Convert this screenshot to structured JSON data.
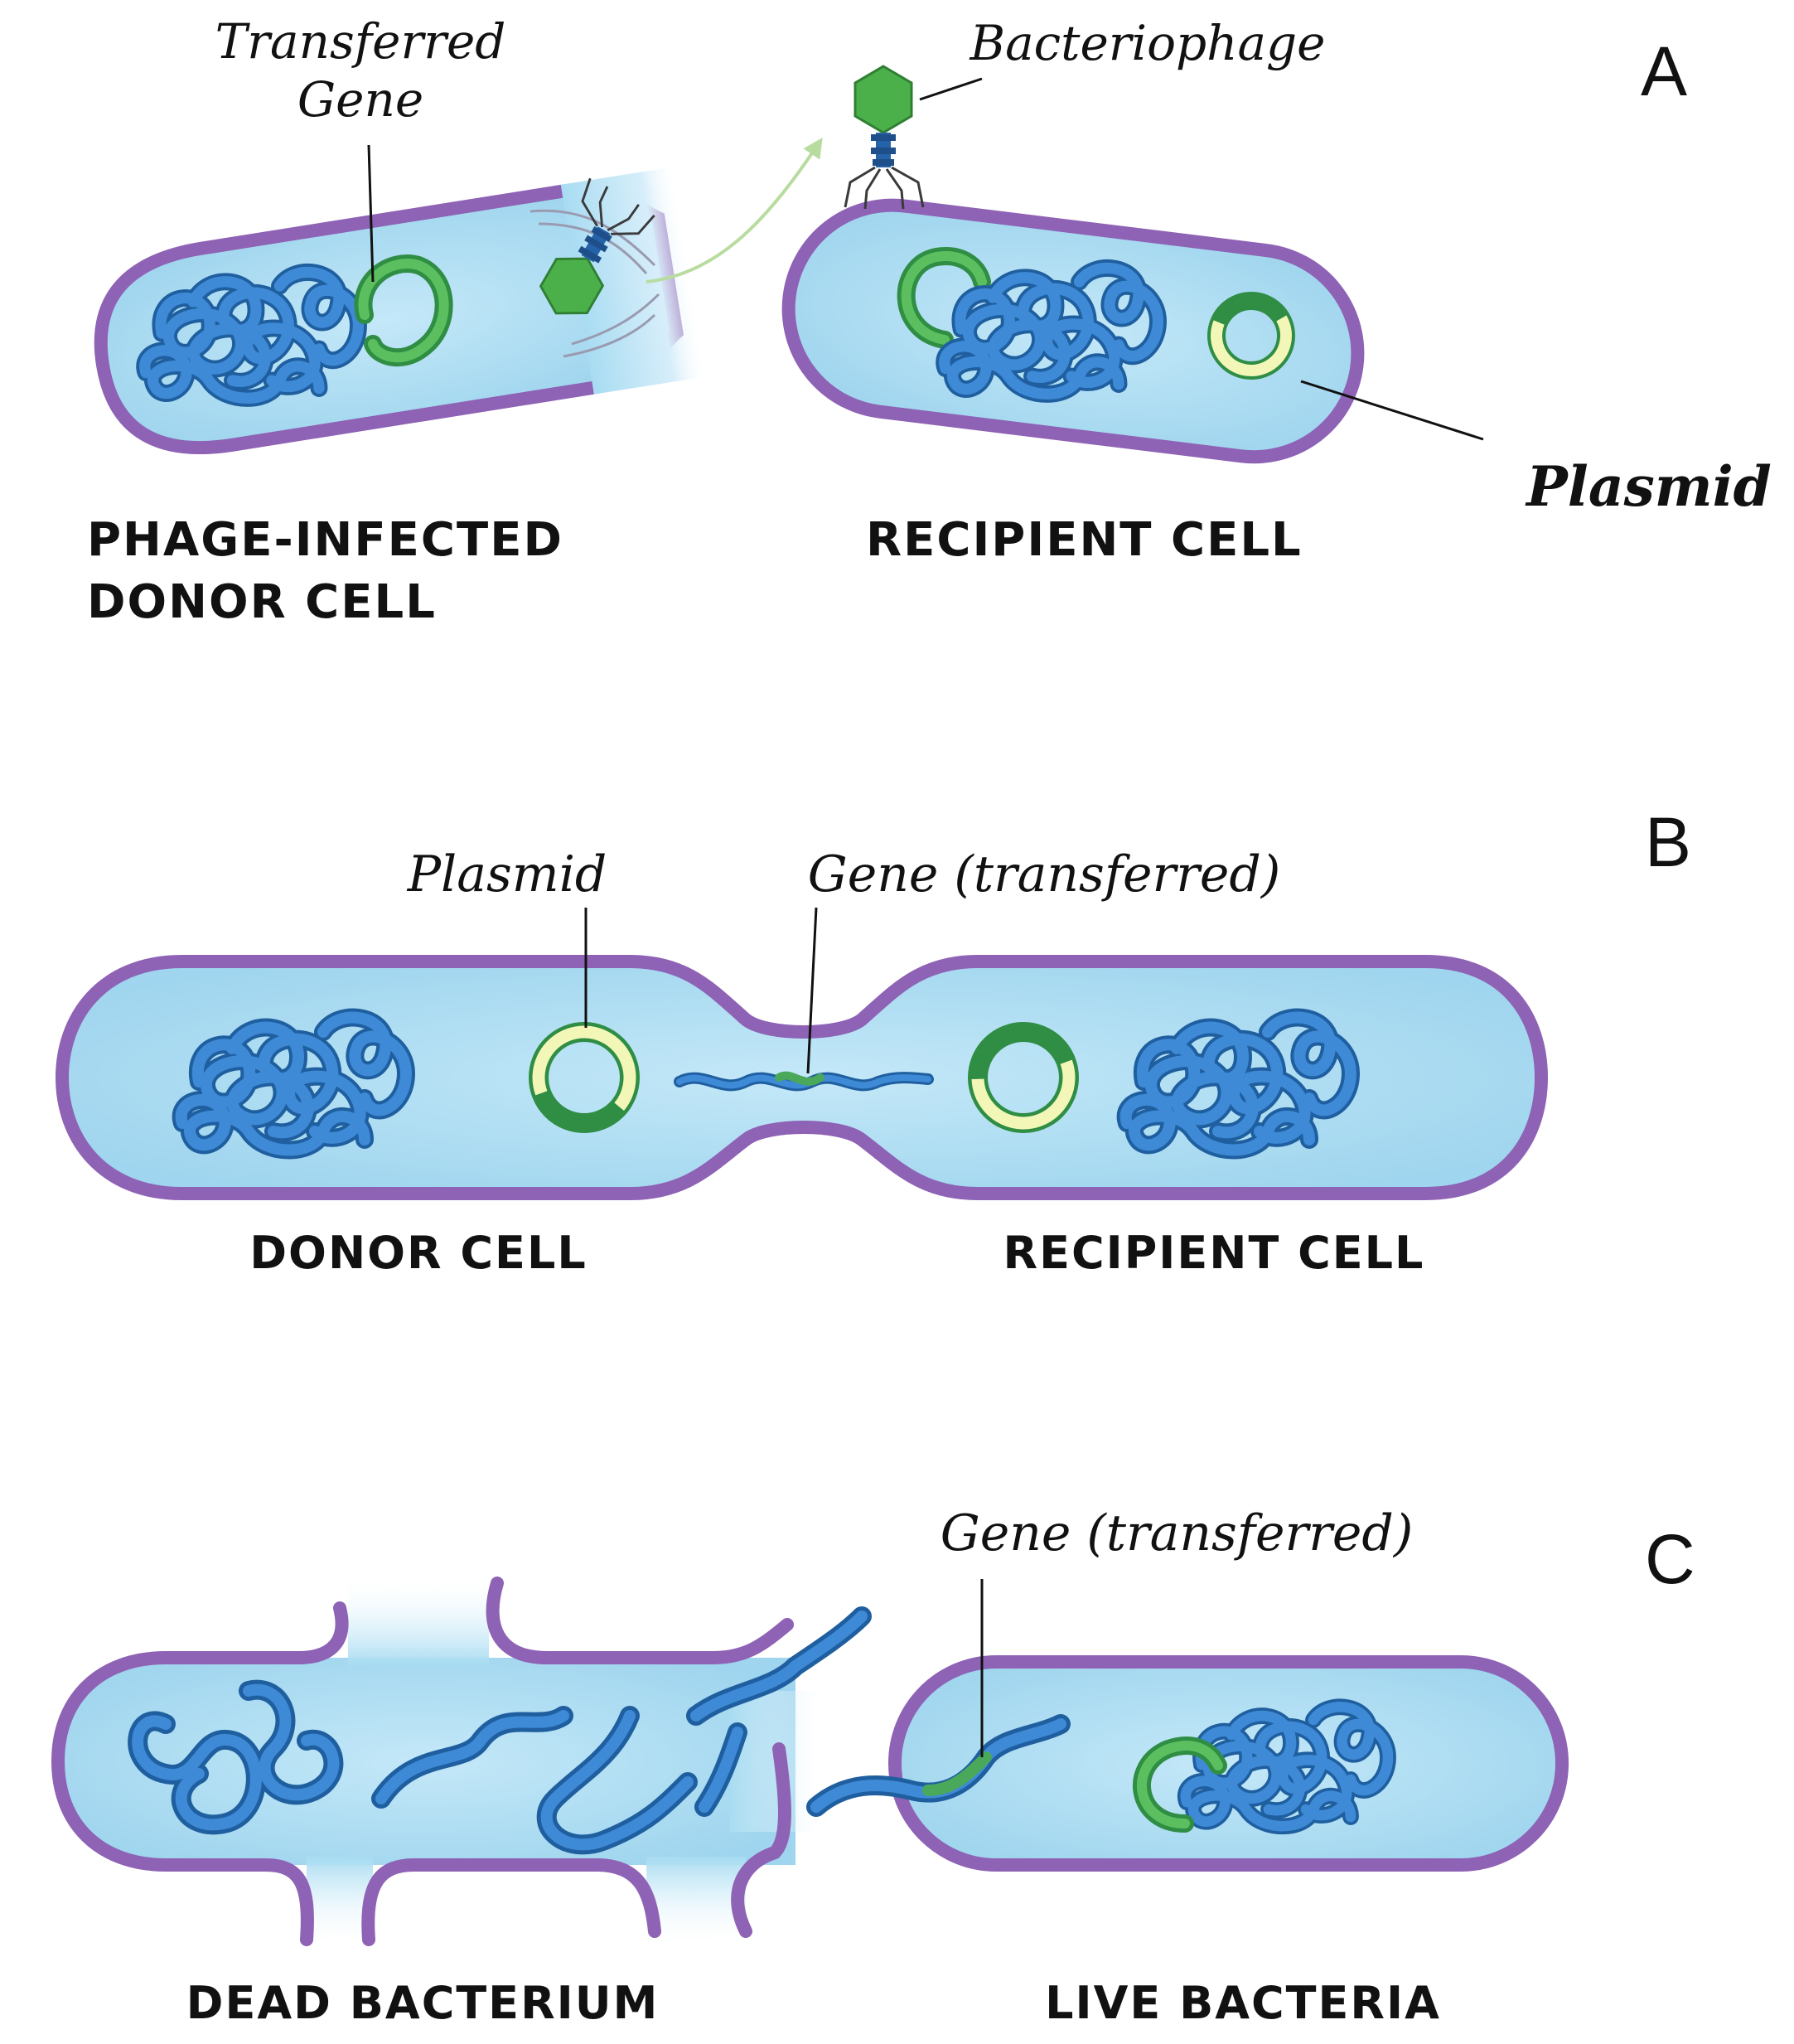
{
  "panels": {
    "a": {
      "letter": "A",
      "label_transferred_gene_line1": "Transferred",
      "label_transferred_gene_line2": "Gene",
      "label_bacteriophage": "Bacteriophage",
      "label_plasmid": "Plasmid",
      "label_donor_line1": "PHAGE-INFECTED",
      "label_donor_line2": "DONOR CELL",
      "label_recipient": "RECIPIENT CELL"
    },
    "b": {
      "letter": "B",
      "label_plasmid": "Plasmid",
      "label_gene": "Gene (transferred)",
      "label_donor": "DONOR CELL",
      "label_recipient": "RECIPIENT CELL"
    },
    "c": {
      "letter": "C",
      "label_gene": "Gene (transferred)",
      "label_dead": "DEAD BACTERIUM",
      "label_live": "LIVE BACTERIA"
    }
  },
  "colors": {
    "membrane": "#8e62b4",
    "cytoplasm": "#a6daf1",
    "dna": "#2d77c4",
    "gene": "#4aa85a",
    "plasmid_light": "#f2f7b8",
    "phage_head": "#4bb04a",
    "phage_tail": "#2463a8"
  }
}
